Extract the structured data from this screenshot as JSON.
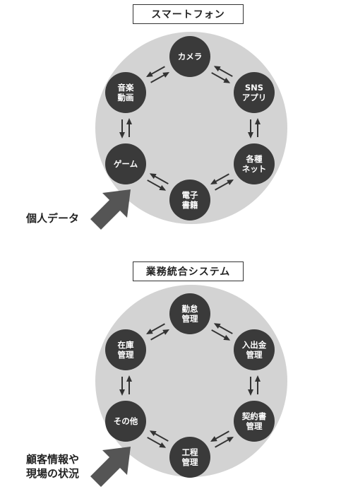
{
  "diagrams": [
    {
      "title": "スマートフォン",
      "nodes": [
        {
          "id": "camera",
          "lines": [
            "カメラ"
          ]
        },
        {
          "id": "sns-app",
          "lines": [
            "SNS",
            "アプリ"
          ]
        },
        {
          "id": "network",
          "lines": [
            "各種",
            "ネット"
          ]
        },
        {
          "id": "ebook",
          "lines": [
            "電子",
            "書籍"
          ]
        },
        {
          "id": "game",
          "lines": [
            "ゲーム"
          ]
        },
        {
          "id": "music-video",
          "lines": [
            "音楽",
            "動画"
          ]
        }
      ],
      "input_label_lines": [
        "個人データ"
      ]
    },
    {
      "title": "業務統合システム",
      "nodes": [
        {
          "id": "attendance",
          "lines": [
            "勤怠",
            "管理"
          ]
        },
        {
          "id": "payments",
          "lines": [
            "入出金",
            "管理"
          ]
        },
        {
          "id": "contracts",
          "lines": [
            "契約書",
            "管理"
          ]
        },
        {
          "id": "process",
          "lines": [
            "工程",
            "管理"
          ]
        },
        {
          "id": "other",
          "lines": [
            "その他"
          ]
        },
        {
          "id": "inventory",
          "lines": [
            "在庫",
            "管理"
          ]
        }
      ],
      "input_label_lines": [
        "顧客情報や",
        "現場の状況"
      ]
    }
  ]
}
